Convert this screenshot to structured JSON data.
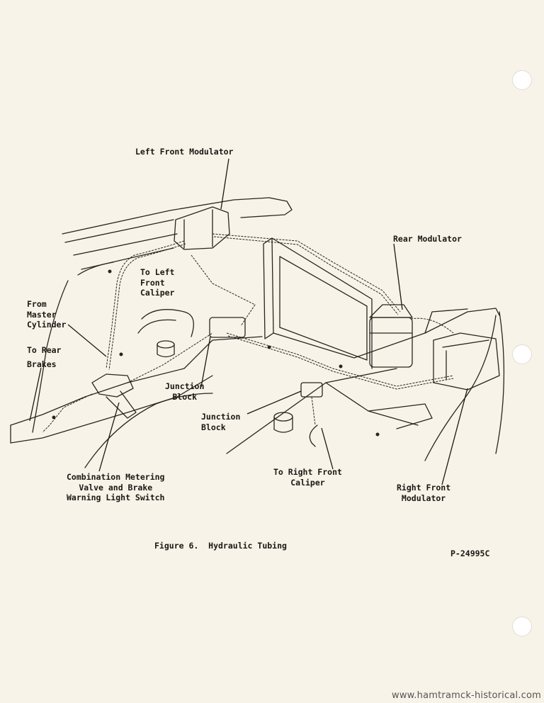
{
  "figure": {
    "caption": "Figure 6.  Hydraulic Tubing",
    "part_number": "P-24995C"
  },
  "labels": {
    "left_front_modulator": [
      "Left Front Modulator"
    ],
    "rear_modulator": [
      "Rear Modulator"
    ],
    "to_left_front_caliper": [
      "To Left",
      "Front",
      "Caliper"
    ],
    "from_master_cylinder": [
      "From",
      "Master",
      "Cylinder"
    ],
    "to_rear_brakes": [
      "To Rear",
      "Brakes"
    ],
    "junction_block_left": [
      "Junction",
      "Block"
    ],
    "junction_block_right": [
      "Junction",
      "Block"
    ],
    "combination_valve": [
      "Combination Metering",
      "Valve and Brake",
      "Warning Light Switch"
    ],
    "to_right_front_caliper": [
      "To Right Front",
      "Caliper"
    ],
    "right_front_modulator": [
      "Right Front",
      "Modulator"
    ]
  },
  "watermark": "www.hamtramck-historical.com",
  "colors": {
    "paper": "#f8f3e8",
    "ink": "#1b1714"
  }
}
